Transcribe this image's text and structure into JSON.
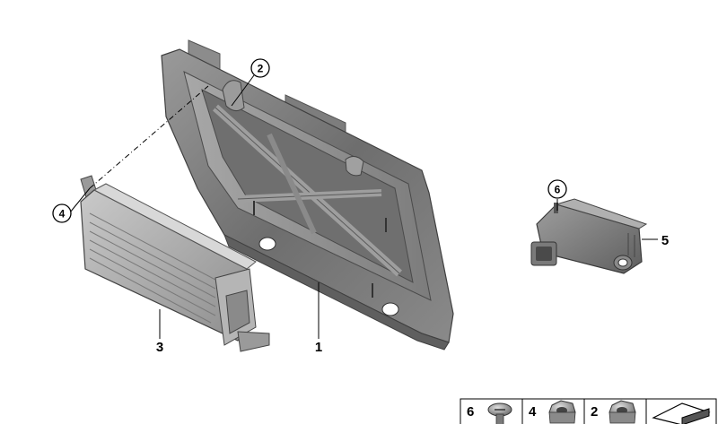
{
  "diagram": {
    "callouts": {
      "bracket": "1",
      "module": "3",
      "sensor": "5",
      "clip_top": "2",
      "nut_left": "4",
      "sensor_screw": "6"
    },
    "legend": {
      "cells": [
        {
          "label": "6"
        },
        {
          "label": "4"
        },
        {
          "label": "2"
        }
      ]
    }
  }
}
